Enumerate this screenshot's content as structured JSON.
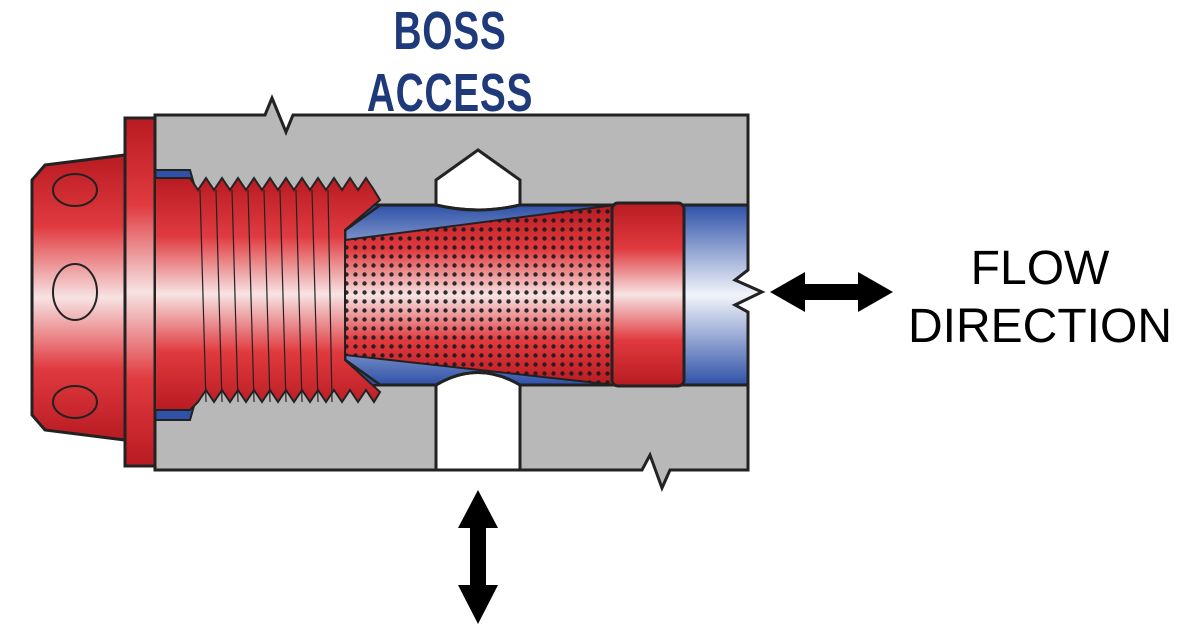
{
  "title": "BOSS ACCESS",
  "flow_label": {
    "line1": "FLOW",
    "line2": "DIRECTION"
  },
  "colors": {
    "title": "#1f3a7a",
    "housing": "#b7b8b7",
    "fitting_red": "#d9262c",
    "fluid_blue": "#2f52a8",
    "outline": "#222222"
  },
  "icons": {
    "horizontal_arrow": "double-headed-arrow-horizontal",
    "vertical_arrow": "double-headed-arrow-vertical"
  }
}
